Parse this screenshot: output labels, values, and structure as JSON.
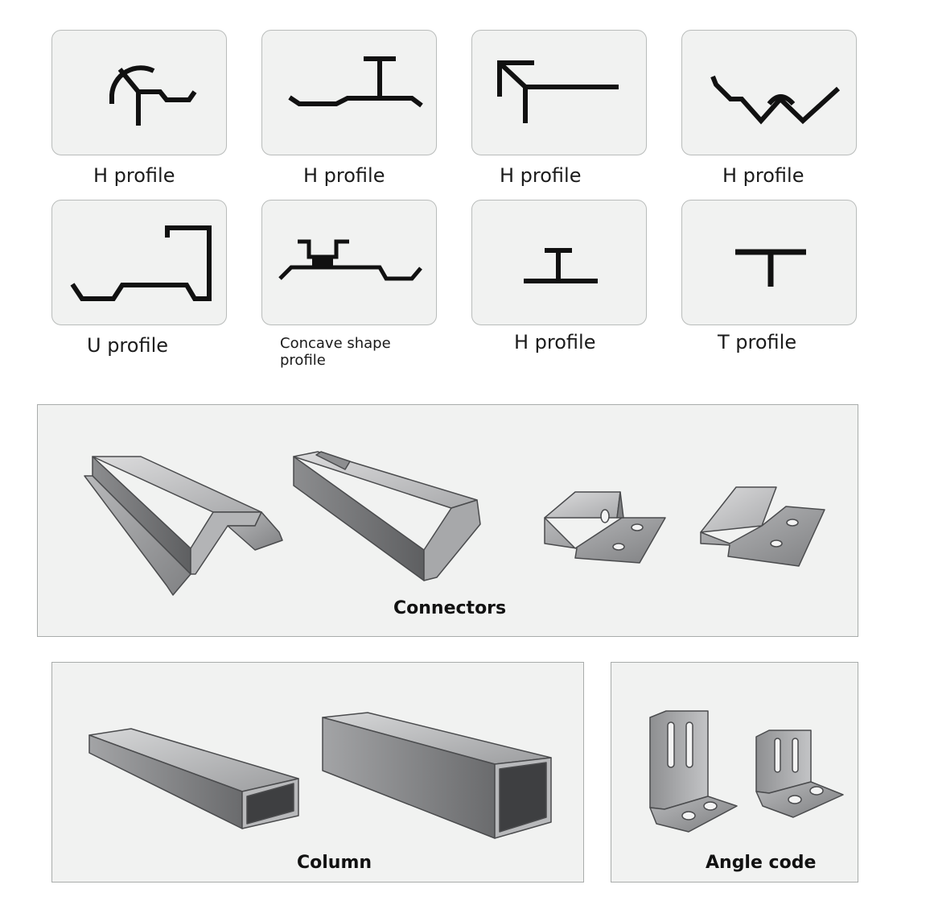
{
  "profiles": [
    {
      "caption": "H profile",
      "icon": "corner-arc-profile-icon"
    },
    {
      "caption": "H profile",
      "icon": "h-top-profile-icon"
    },
    {
      "caption": "H profile",
      "icon": "arrow-corner-profile-icon"
    },
    {
      "caption": "H profile",
      "icon": "valley-profile-icon"
    },
    {
      "caption": "U profile",
      "icon": "u-profile-icon"
    },
    {
      "caption": "Concave shape profile",
      "icon": "concave-profile-icon"
    },
    {
      "caption": "H profile",
      "icon": "small-h-profile-icon"
    },
    {
      "caption": "T profile",
      "icon": "t-profile-icon"
    }
  ],
  "panels": {
    "connectors": "Connectors",
    "column": "Column",
    "angle_code": "Angle code"
  },
  "colors": {
    "tile_bg": "#f1f2f1",
    "metal_light": "#c9cacb",
    "metal_dark": "#6d6e70",
    "stroke": "#111111"
  }
}
